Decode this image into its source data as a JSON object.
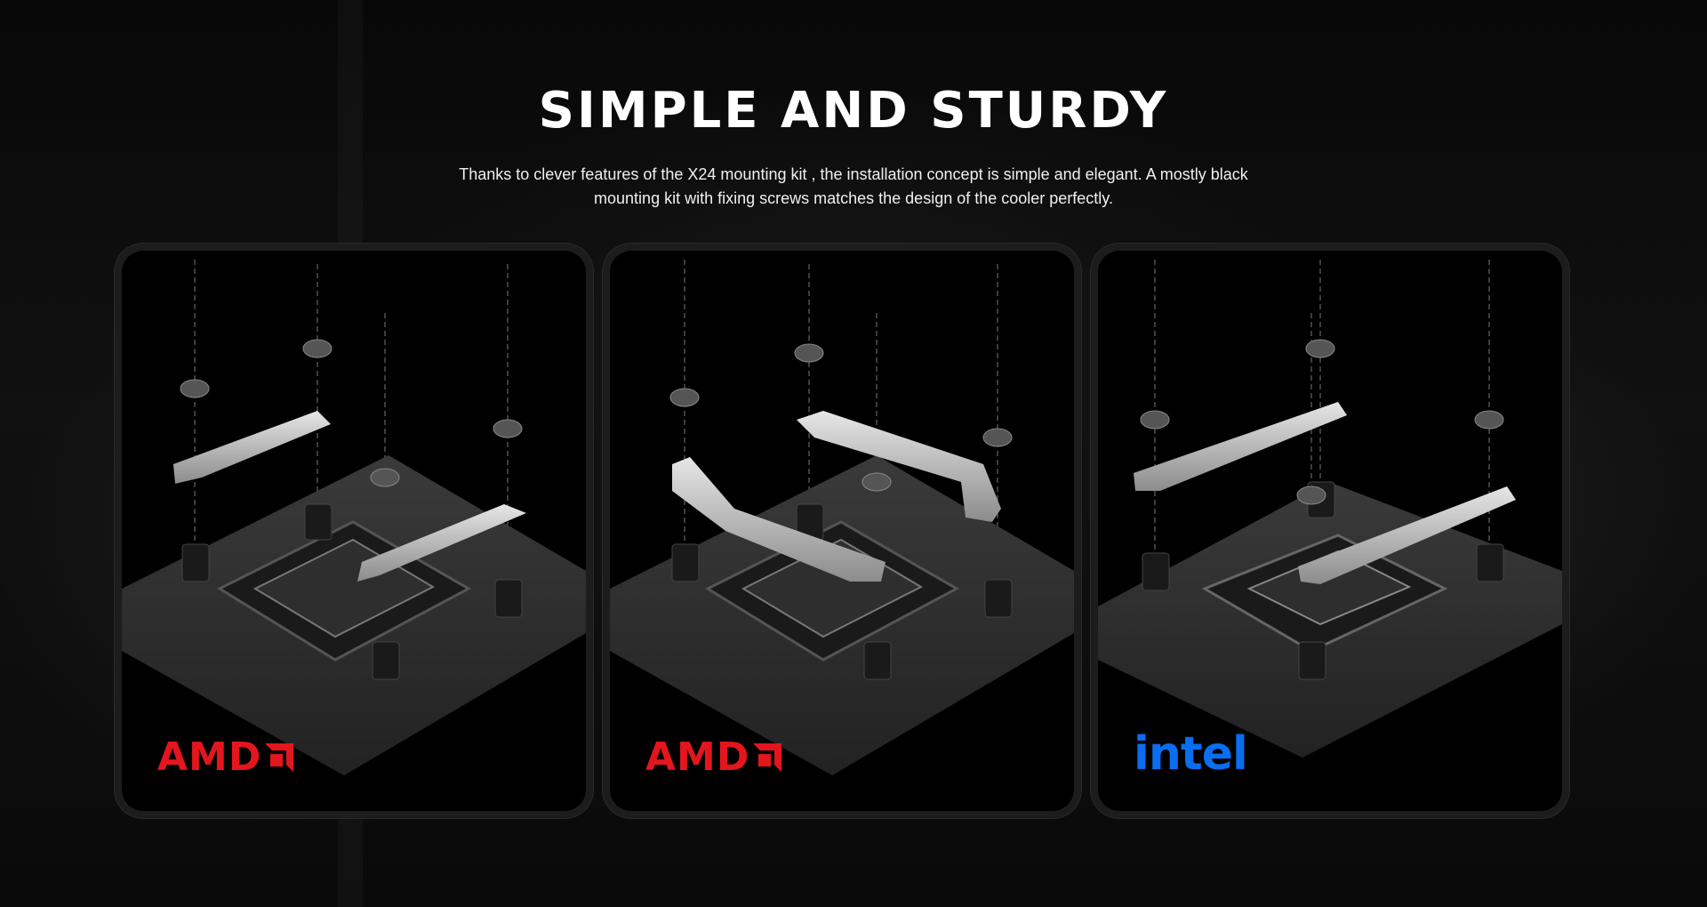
{
  "page": {
    "title": "SIMPLE AND STURDY",
    "subtitle": "Thanks to clever features of the X24 mounting kit , the installation concept is simple and elegant. A mostly black mounting kit with fixing screws matches the design of the cooler perfectly."
  },
  "cards": [
    {
      "brand": "AMD",
      "brand_color": "#e3161e",
      "icon": "amd-arrow-icon"
    },
    {
      "brand": "AMD",
      "brand_color": "#e3161e",
      "icon": "amd-arrow-icon"
    },
    {
      "brand": "intel",
      "brand_color": "#0a6ef0",
      "icon": "intel-logo"
    }
  ],
  "colors": {
    "background": "#050505",
    "card": "#000000",
    "card_border": "#1c1c1c"
  }
}
